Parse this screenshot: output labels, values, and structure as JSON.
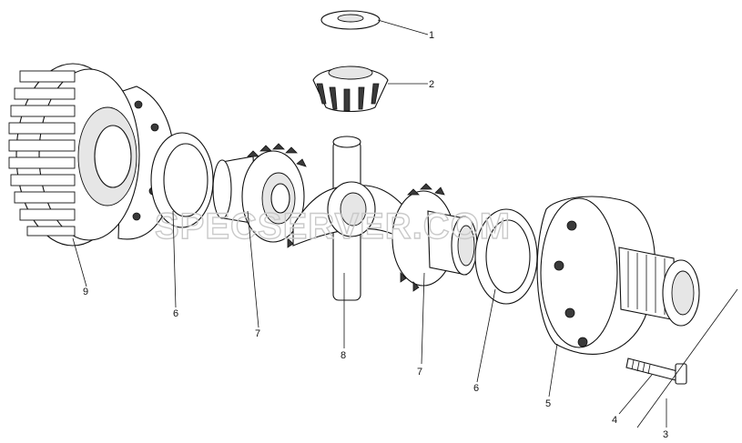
{
  "watermark": "SPECSERVER.COM",
  "callouts": [
    {
      "id": "1",
      "label": "1"
    },
    {
      "id": "2",
      "label": "2"
    },
    {
      "id": "3",
      "label": "3"
    },
    {
      "id": "4",
      "label": "4"
    },
    {
      "id": "5",
      "label": "5"
    },
    {
      "id": "6a",
      "label": "6"
    },
    {
      "id": "6b",
      "label": "6"
    },
    {
      "id": "7a",
      "label": "7"
    },
    {
      "id": "7b",
      "label": "7"
    },
    {
      "id": "8",
      "label": "8"
    },
    {
      "id": "9",
      "label": "9"
    }
  ],
  "colors": {
    "ink": "#111111",
    "watermark": "#c9c9c9",
    "background": "#ffffff"
  }
}
